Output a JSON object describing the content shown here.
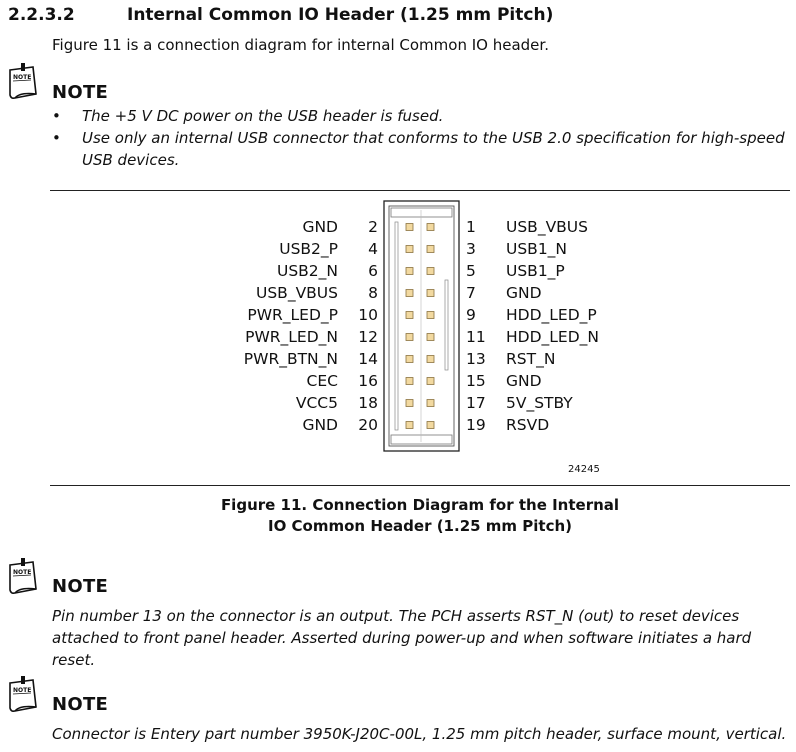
{
  "section": {
    "number": "2.2.3.2",
    "title": "Internal Common IO Header (1.25 mm Pitch)",
    "intro": "Figure 11 is a connection diagram for internal Common IO header."
  },
  "notes": [
    {
      "icon_text": "NOTE",
      "label": "NOTE",
      "items": [
        "The +5 V DC power on the USB header is fused.",
        "Use only an internal USB connector that conforms to the USB 2.0 specification for high-speed USB devices."
      ]
    },
    {
      "icon_text": "NOTE",
      "label": "NOTE",
      "text": "Pin number 13 on the connector is an output.  The PCH asserts RST_N (out) to reset devices attached to front panel header.  Asserted during power-up and when software initiates a hard reset."
    },
    {
      "icon_text": "NOTE",
      "label": "NOTE",
      "text": "Connector is Entery part number 3950K-J20C-00L, 1.25 mm pitch header, surface mount, vertical."
    }
  ],
  "figure": {
    "id_label": "24245",
    "caption_line1": "Figure 11.  Connection Diagram for the Internal",
    "caption_line2": "IO Common Header (1.25 mm Pitch)",
    "pin_fill": "#f2d9a0",
    "pin_stroke": "#8a7240",
    "pins": [
      {
        "even_signal": "GND",
        "even_num": "2",
        "odd_num": "1",
        "odd_signal": "USB_VBUS"
      },
      {
        "even_signal": "USB2_P",
        "even_num": "4",
        "odd_num": "3",
        "odd_signal": "USB1_N"
      },
      {
        "even_signal": "USB2_N",
        "even_num": "6",
        "odd_num": "5",
        "odd_signal": "USB1_P"
      },
      {
        "even_signal": "USB_VBUS",
        "even_num": "8",
        "odd_num": "7",
        "odd_signal": "GND"
      },
      {
        "even_signal": "PWR_LED_P",
        "even_num": "10",
        "odd_num": "9",
        "odd_signal": "HDD_LED_P"
      },
      {
        "even_signal": "PWR_LED_N",
        "even_num": "12",
        "odd_num": "11",
        "odd_signal": "HDD_LED_N"
      },
      {
        "even_signal": "PWR_BTN_N",
        "even_num": "14",
        "odd_num": "13",
        "odd_signal": "RST_N"
      },
      {
        "even_signal": "CEC",
        "even_num": "16",
        "odd_num": "15",
        "odd_signal": "GND"
      },
      {
        "even_signal": "VCC5",
        "even_num": "18",
        "odd_num": "17",
        "odd_signal": "5V_STBY"
      },
      {
        "even_signal": "GND",
        "even_num": "20",
        "odd_num": "19",
        "odd_signal": "RSVD"
      }
    ]
  }
}
